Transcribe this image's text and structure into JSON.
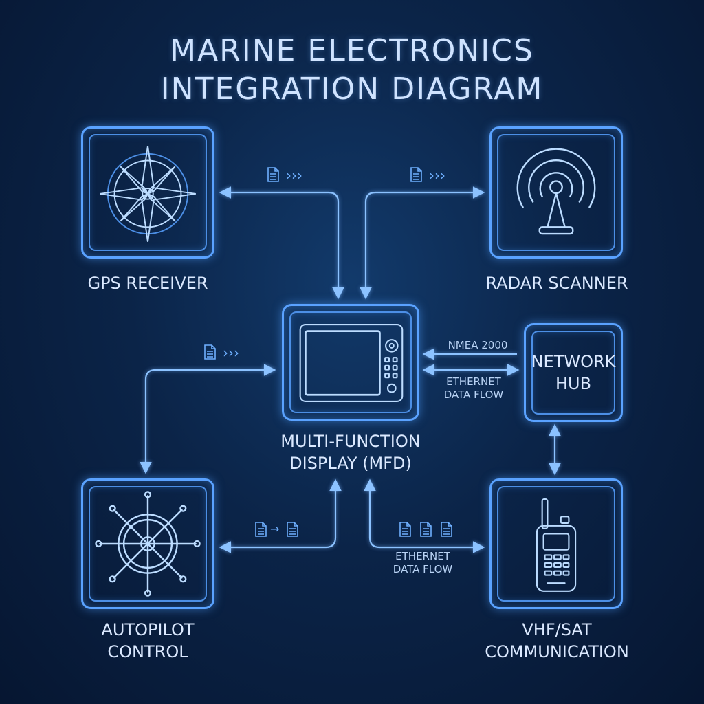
{
  "title": {
    "line1": "MARINE ELECTRONICS",
    "line2": "INTEGRATION DIAGRAM"
  },
  "nodes": {
    "gps": {
      "label": "GPS RECEIVER",
      "icon": "compass-rose-icon"
    },
    "radar": {
      "label": "RADAR SCANNER",
      "icon": "radar-antenna-icon"
    },
    "mfd": {
      "label_line1": "MULTI-FUNCTION",
      "label_line2": "DISPLAY (MFD)",
      "icon": "chartplotter-display-icon"
    },
    "hub": {
      "label_line1": "NETWORK",
      "label_line2": "HUB"
    },
    "autopilot": {
      "label_line1": "AUTOPILOT",
      "label_line2": "CONTROL",
      "icon": "ship-wheel-icon"
    },
    "vhf": {
      "label_line1": "VHF/SAT",
      "label_line2": "COMMUNICATION",
      "icon": "handheld-radio-icon"
    }
  },
  "links": {
    "hub_top": "NMEA 2000",
    "hub_bottom_line1": "ETHERNET",
    "hub_bottom_line2": "DATA FLOW",
    "vhf_line1": "ETHERNET",
    "vhf_line2": "DATA FLOW"
  },
  "glyphs": {
    "flow": "›››",
    "transfer": "→"
  },
  "colors": {
    "accent": "#5aa2ff",
    "wire": "#8cc2ff",
    "background": "#0b2448"
  }
}
